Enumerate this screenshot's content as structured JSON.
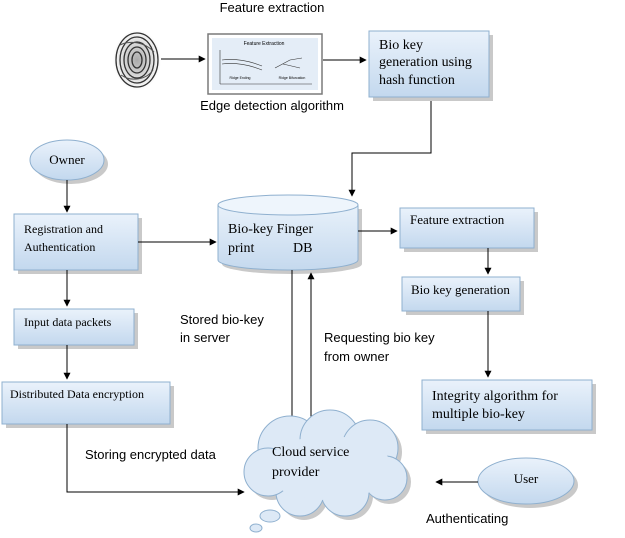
{
  "labels": {
    "feature_extraction_top": "Feature extraction",
    "edge_detection": "Edge detection algorithm",
    "biokey_hash_line1": "Bio key",
    "biokey_hash_line2": "generation using",
    "biokey_hash_line3": "hash function",
    "owner": "Owner",
    "registration_line1": "Registration and",
    "registration_line2": "Authentication",
    "db_line1": "Bio-key Finger",
    "db_line2a": "print",
    "db_line2b": "DB",
    "feature_extraction_right": "Feature extraction",
    "biokey_generation": "Bio key generation",
    "integrity_line1": "Integrity algorithm for",
    "integrity_line2": "multiple bio-key",
    "input_packets": "Input data packets",
    "distributed_encryption": "Distributed Data encryption",
    "stored_line1": "Stored bio-key",
    "stored_line2": "in server",
    "requesting_line1": "Requesting bio key",
    "requesting_line2": "from owner",
    "storing_encrypted": "Storing encrypted data",
    "cloud_line1": "Cloud service",
    "cloud_line2": "provider",
    "user": "User",
    "authenticating": "Authenticating"
  },
  "thumbnail": {
    "title": "Feature Extraction",
    "caption_left": "Ridge Ending",
    "caption_right": "Ridge Bifurcation"
  },
  "colors": {
    "box_top": "#eaf2fb",
    "box_bottom": "#c3d8ee",
    "box_border": "#8fb0cf",
    "arrow": "#000000"
  }
}
